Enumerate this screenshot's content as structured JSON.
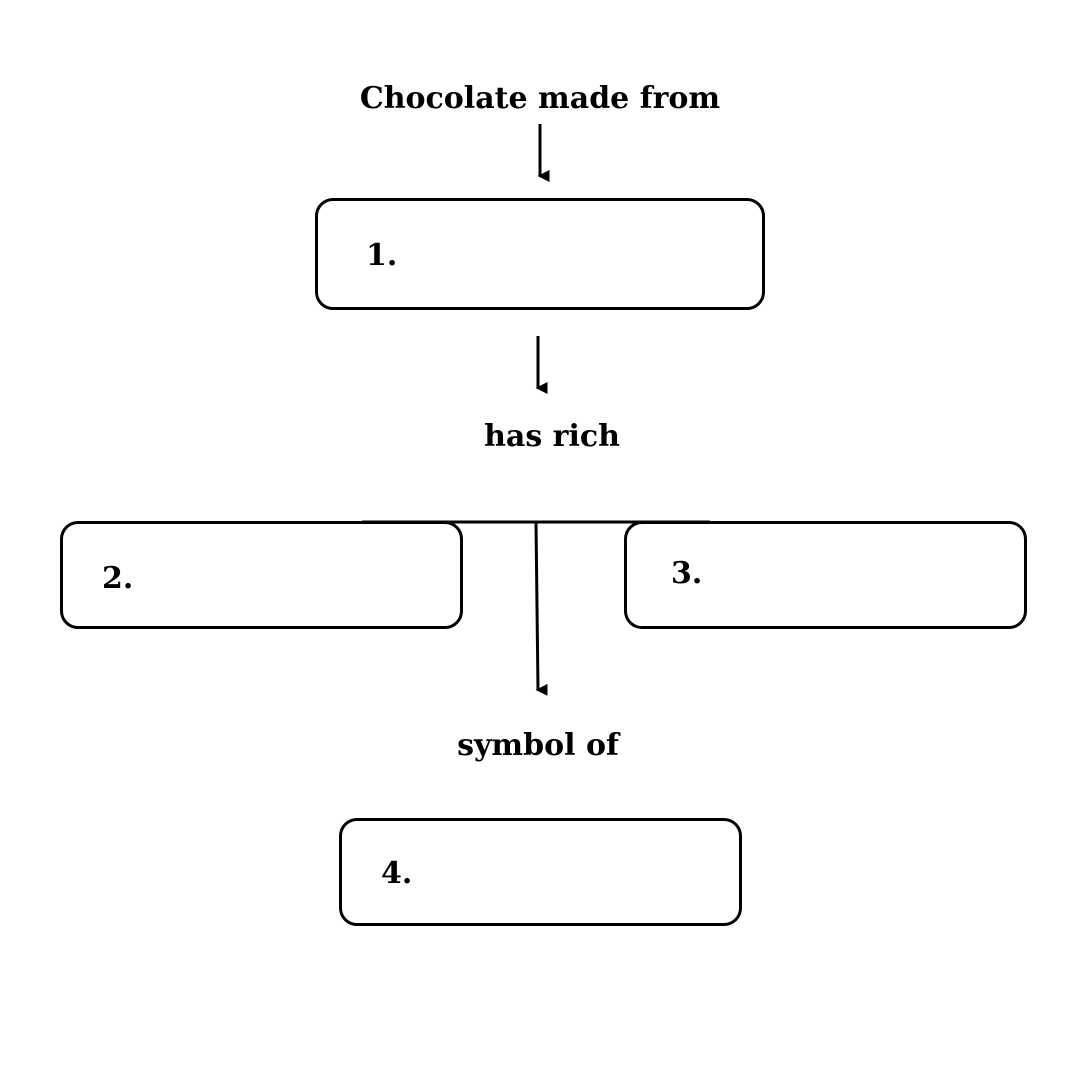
{
  "diagram": {
    "labels": {
      "top": "Chocolate made from",
      "middle": "has rich",
      "bottom": "symbol of"
    },
    "boxes": [
      {
        "number": "1."
      },
      {
        "number": "2."
      },
      {
        "number": "3."
      },
      {
        "number": "4."
      }
    ],
    "colors": {
      "stroke": "#000000",
      "background": "#ffffff"
    }
  }
}
